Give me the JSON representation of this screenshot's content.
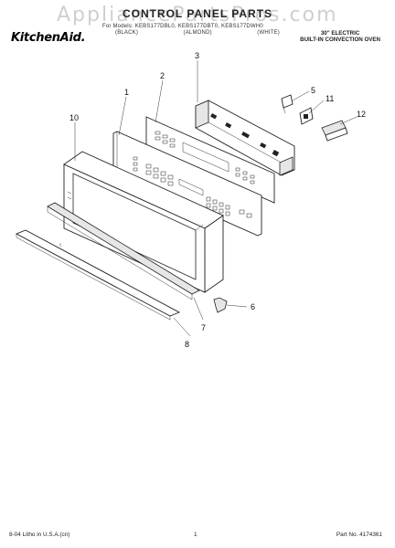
{
  "header": {
    "watermark": "AppliancePartsPros.com",
    "title": "CONTROL PANEL PARTS",
    "models_line": "For Models: KEBS177DBL0, KEBS177DBT0, KEBS177DWH0",
    "finishes": [
      "(BLACK)",
      "(ALMOND)",
      "(WHITE)"
    ],
    "brand": "KitchenAid.",
    "description": [
      "30\" ELECTRIC",
      "BUILT-IN CONVECTION OVEN"
    ]
  },
  "callouts": [
    "1",
    "2",
    "3",
    "5",
    "6",
    "7",
    "8",
    "10",
    "11",
    "12"
  ],
  "footer": {
    "left": "8-04 Litho in U.S.A.(cn)",
    "page": "1",
    "right": "Part No. 4174361"
  }
}
